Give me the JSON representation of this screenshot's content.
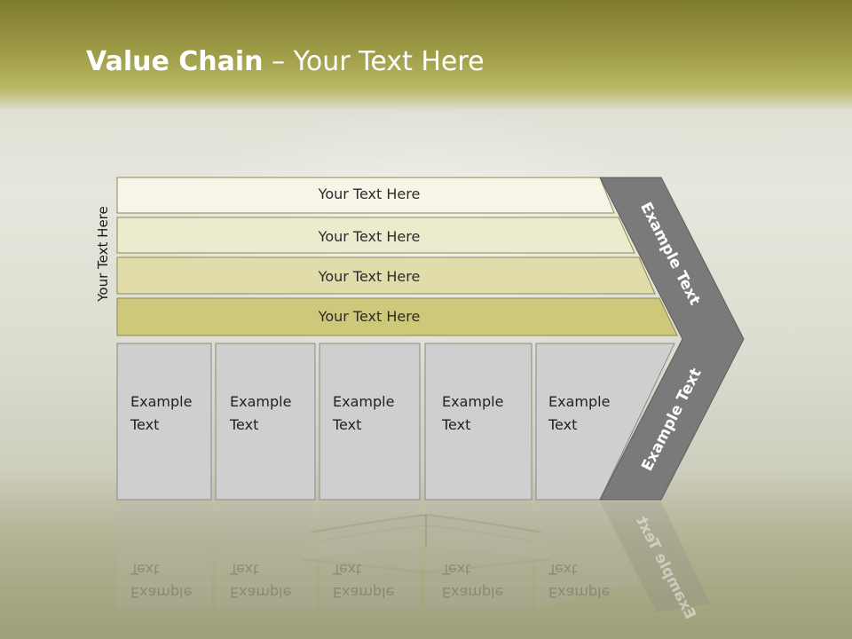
{
  "slide": {
    "title_bold": "Value Chain",
    "title_rest": " – Your Text Here",
    "side_label": "Your Text Here",
    "rows": [
      {
        "label": "Your Text Here"
      },
      {
        "label": "Your Text Here"
      },
      {
        "label": "Your Text Here"
      },
      {
        "label": "Your Text Here"
      }
    ],
    "boxes": [
      {
        "label": "Example\nText"
      },
      {
        "label": "Example\nText"
      },
      {
        "label": "Example\nText"
      },
      {
        "label": "Example\nText"
      },
      {
        "label": "Example\nText"
      }
    ],
    "chevron_top": "Example Text",
    "chevron_bottom": "Example Text"
  },
  "colors": {
    "title_band": "#8f8c3a",
    "row1": "#f6f5e7",
    "row2": "#ecebcd",
    "row3": "#e0ddaa",
    "row4": "#cdc87a",
    "box_fill": "#cfcfcf",
    "chevron": "#7a7a7a"
  }
}
